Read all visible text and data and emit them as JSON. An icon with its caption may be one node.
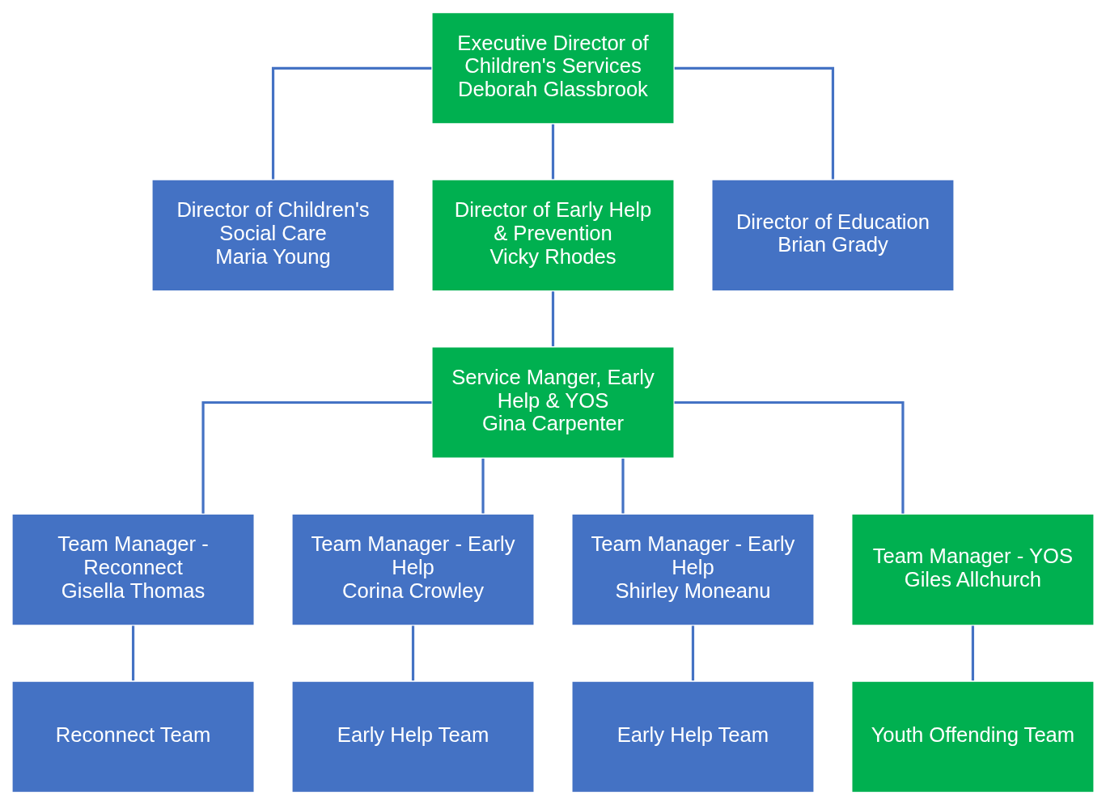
{
  "diagram": {
    "nodes": [
      {
        "text": [
          "Executive Director of Children's Services",
          "Deborah Glassbrook"
        ]
      },
      {
        "text": [
          "Director of Children's Social Care",
          "Maria Young"
        ]
      },
      {
        "text": [
          "Director of Early Help & Prevention",
          "Vicky Rhodes"
        ]
      },
      {
        "text": [
          "Director of Education",
          "Brian Grady"
        ]
      },
      {
        "text": [
          "Service Manger, Early Help & YOS",
          "Gina Carpenter"
        ]
      },
      {
        "text": [
          "Team Manager - Reconnect",
          "Gisella Thomas"
        ]
      },
      {
        "text": [
          "Team Manager - Early Help",
          "Corina Crowley"
        ]
      },
      {
        "text": [
          "Team Manager - Early Help",
          "Shirley Moneanu"
        ]
      },
      {
        "text": [
          "Team Manager - YOS",
          "Giles Allchurch"
        ]
      },
      {
        "text": [
          "Reconnect Team"
        ]
      },
      {
        "text": [
          "Early Help Team"
        ]
      },
      {
        "text": [
          "Early Help Team"
        ]
      },
      {
        "text": [
          "Youth Offending Team"
        ]
      }
    ],
    "edges": [
      {
        "from": 0,
        "to": 1,
        "arrow": "none"
      },
      {
        "from": 0,
        "to": 2,
        "arrow": "none"
      },
      {
        "from": 0,
        "to": 3,
        "arrow": "none"
      },
      {
        "from": 2,
        "to": 4,
        "arrow": "none"
      },
      {
        "from": 4,
        "to": 5,
        "arrow": "none"
      },
      {
        "from": 4,
        "to": 6,
        "arrow": "none"
      },
      {
        "from": 4,
        "to": 7,
        "arrow": "none"
      },
      {
        "from": 4,
        "to": 8,
        "arrow": "none"
      },
      {
        "from": 5,
        "to": 9,
        "arrow": "none"
      },
      {
        "from": 6,
        "to": 10,
        "arrow": "none"
      },
      {
        "from": 7,
        "to": 11,
        "arrow": "none"
      },
      {
        "from": 8,
        "to": 12,
        "arrow": "none"
      }
    ]
  }
}
